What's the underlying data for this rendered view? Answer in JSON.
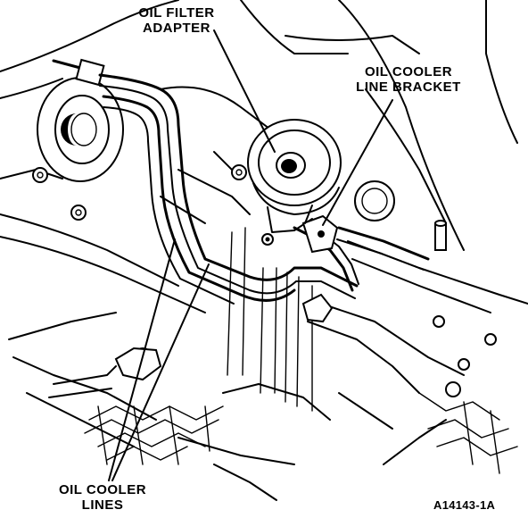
{
  "labels": {
    "oil_filter_adapter": [
      "OIL FILTER",
      "ADAPTER"
    ],
    "oil_cooler_line_bracket": [
      "OIL COOLER",
      "LINE BRACKET"
    ],
    "oil_cooler_lines": [
      "OIL COOLER",
      "LINES"
    ]
  },
  "figure_id": "A14143-1A"
}
